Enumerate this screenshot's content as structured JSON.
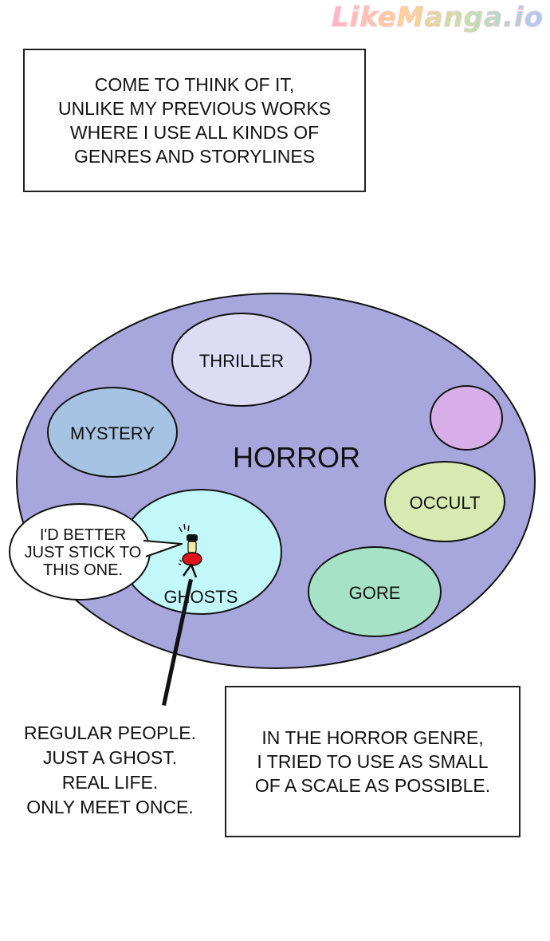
{
  "watermark": "LikeManga.io",
  "caption_top": "COME TO THINK OF IT,\nUNLIKE MY PREVIOUS WORKS\nWHERE I USE ALL KINDS OF\nGENRES AND STORYLINES",
  "caption_bottom": "IN THE HORROR GENRE,\nI TRIED TO USE AS SMALL\nOF A SCALE AS POSSIBLE.",
  "diagram": {
    "main_label": "HORROR",
    "subgenres": {
      "thriller": "THRILLER",
      "mystery": "MYSTERY",
      "occult": "OCCULT",
      "gore": "GORE",
      "ghosts": "GHOSTS"
    },
    "colors": {
      "horror": "#a8a7dd",
      "thriller": "#dcdcf4",
      "mystery": "#a7c3e3",
      "unlabeled": "#d7aee8",
      "occult": "#d8eab2",
      "gore": "#a6e2c6",
      "ghosts": "#c3f8fa",
      "character_base": "#e0141b"
    }
  },
  "speech_bubble": "I'D BETTER\nJUST STICK TO\nTHIS ONE.",
  "notes": "REGULAR PEOPLE.\nJUST A GHOST.\nREAL LIFE.\nONLY MEET ONCE."
}
